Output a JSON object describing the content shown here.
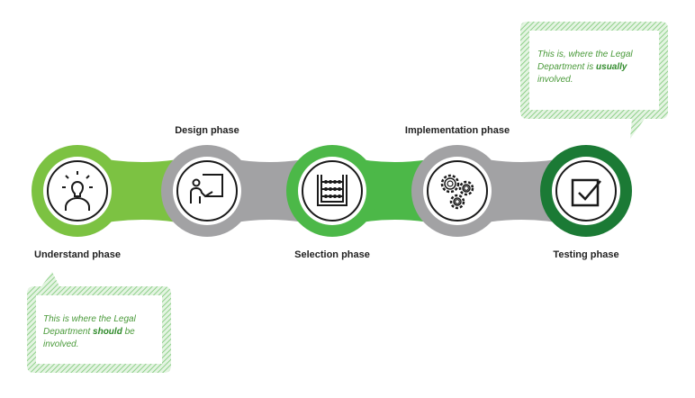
{
  "phases": [
    {
      "label": "Understand phase",
      "icon": "lightbulb-person-icon",
      "color": "#7cc242",
      "position": "bottom"
    },
    {
      "label": "Design phase",
      "icon": "presenter-board-icon",
      "color": "#a2a2a4",
      "position": "top"
    },
    {
      "label": "Selection phase",
      "icon": "abacus-icon",
      "color": "#4cb848",
      "position": "bottom"
    },
    {
      "label": "Implementation phase",
      "icon": "gears-icon",
      "color": "#a2a2a4",
      "position": "top"
    },
    {
      "label": "Testing phase",
      "icon": "checkbox-icon",
      "color": "#1b7a35",
      "position": "bottom"
    }
  ],
  "callouts": {
    "should": {
      "pre": "This is where the Legal Department ",
      "emph": "should",
      "post": " be involved."
    },
    "usually": {
      "pre": "This is, where the Legal Department is ",
      "emph": "usually",
      "post": " involved."
    }
  },
  "colors": {
    "hatch": "#8fd08a",
    "ring": "#1a1a1a"
  }
}
